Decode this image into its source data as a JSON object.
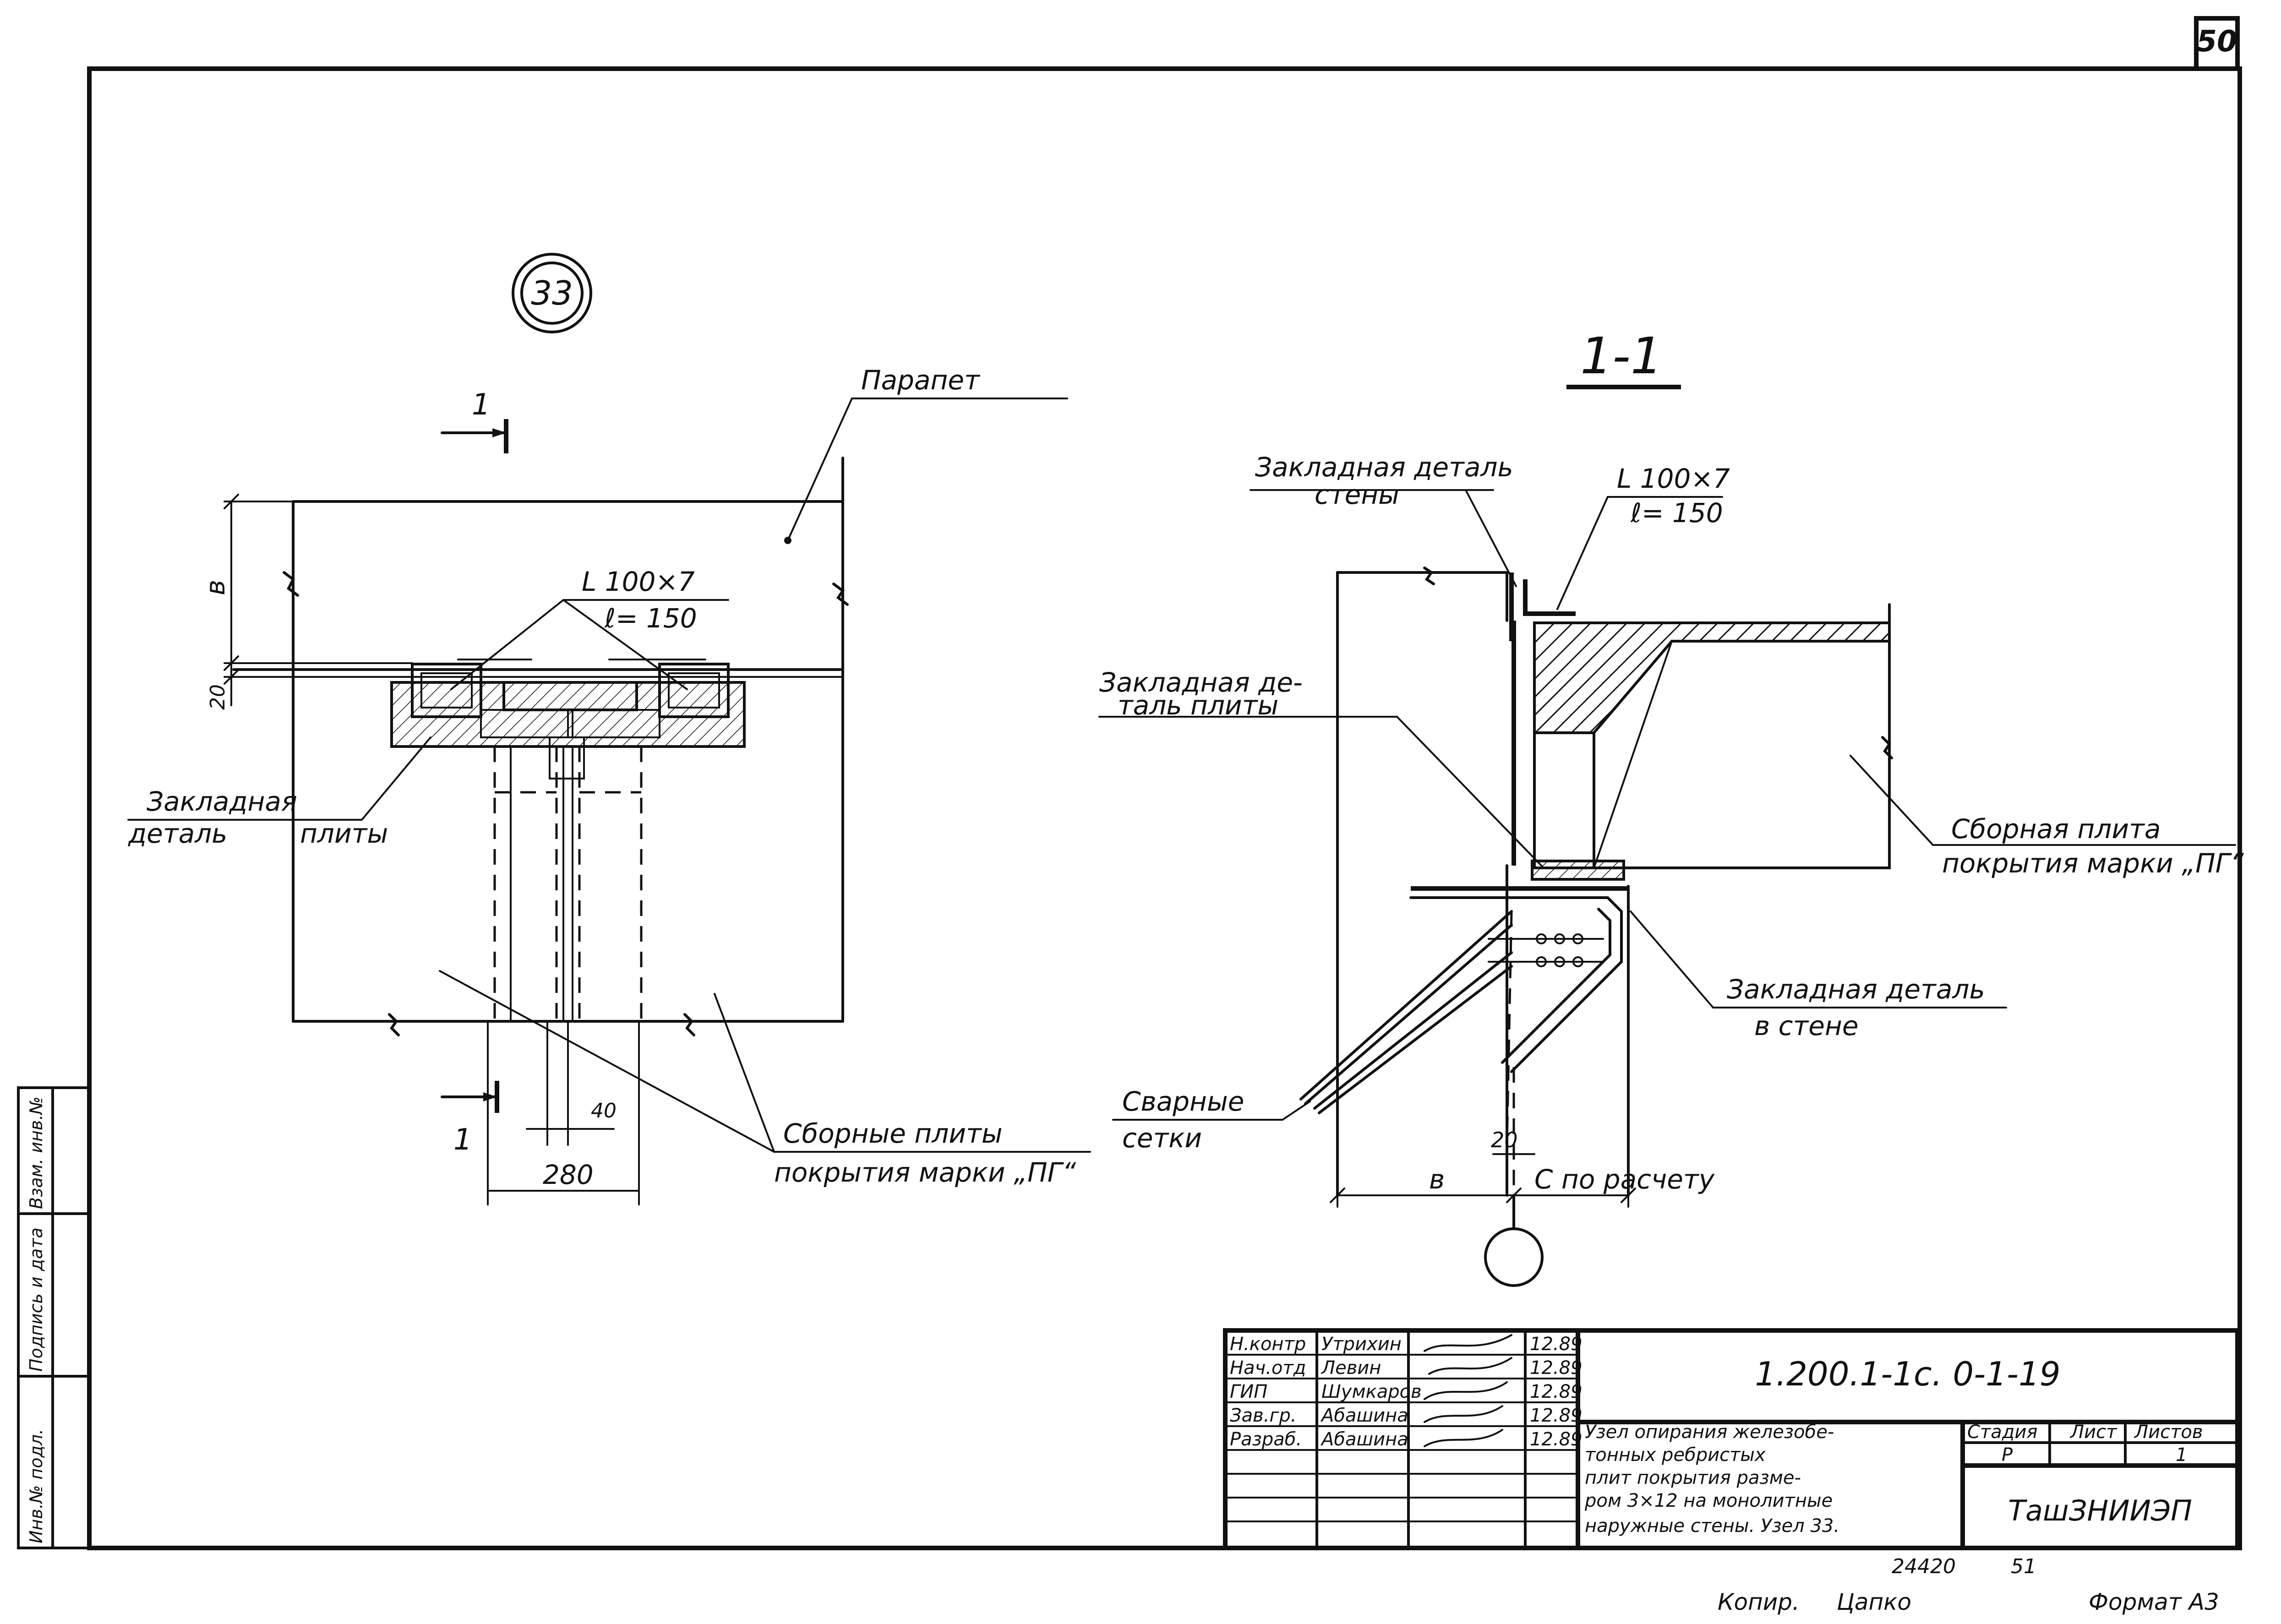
{
  "sheet_number": "50",
  "node_mark": "33",
  "section_cut_label": "1",
  "section_title": "1-1",
  "plan_view": {
    "parapet_label": "Парапет",
    "angle_profile": "L 100×7",
    "angle_length": "ℓ= 150",
    "embedded_plate_line1": "Закладная",
    "embedded_plate_line2": "деталь",
    "embedded_plate_line3": "плиты",
    "precast_slabs_line1": "Сборные плиты",
    "precast_slabs_line2": "покрытия марки „ПГ“",
    "dim_b": "в",
    "dim_20": "20",
    "dim_40": "40",
    "dim_280": "280"
  },
  "section_view": {
    "wall_embed_line1": "Закладная деталь",
    "wall_embed_line2": "стены",
    "angle_profile": "L 100×7",
    "angle_length": "ℓ= 150",
    "slab_embed_line1": "Закладная де-",
    "slab_embed_line2": "таль плиты",
    "precast_slab_line1": "Сборная плита",
    "precast_slab_line2": "покрытия марки „ПГ“",
    "wall_detail_line1": "Закладная деталь",
    "wall_detail_line2": "в стене",
    "welded_mesh_line1": "Сварные",
    "welded_mesh_line2": "сетки",
    "dim_20": "20",
    "dim_b": "в",
    "dim_c": "С по расчету"
  },
  "title_block": {
    "rows": [
      {
        "role": "Н.контр",
        "name": "Утрихин",
        "date": "12.89"
      },
      {
        "role": "Нач.отд",
        "name": "Левин",
        "date": "12.89"
      },
      {
        "role": "ГИП",
        "name": "Шумкаров",
        "date": "12.89"
      },
      {
        "role": "Зав.гр.",
        "name": "Абашина",
        "date": "12.89"
      },
      {
        "role": "Разраб.",
        "name": "Абашина",
        "date": "12.89"
      }
    ],
    "document_code": "1.200.1-1с. 0-1-19",
    "description_lines": [
      "Узел опирания железобе-",
      "тонных ребристых",
      "плит покрытия разме-",
      "ром 3×12 на монолитные",
      "наружные стены. Узел 33."
    ],
    "stage_header": "Стадия",
    "sheet_header": "Лист",
    "sheets_header": "Листов",
    "stage_value": "Р",
    "sheet_value": "",
    "sheets_value": "1",
    "organization": "ТашЗНИИЭП"
  },
  "side_stamp": {
    "inv_orig": "Инв.№ подл.",
    "sign_date": "Подпись и дата",
    "replace_inv": "Взам. инв.№"
  },
  "footer": {
    "number_left": "24420",
    "number_right": "51",
    "copied": "Копир.",
    "copier_name": "Цапко",
    "format": "Формат А3"
  }
}
